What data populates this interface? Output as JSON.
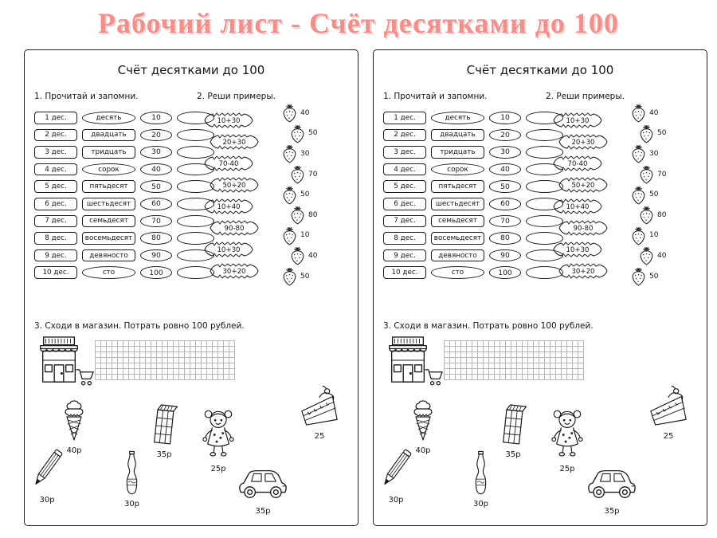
{
  "page": {
    "title": "Рабочий лист - Счёт десятками до 100",
    "title_color": "#ef908c",
    "ink_color": "#1b1b1b"
  },
  "worksheet": {
    "title": "Счёт десятками до 100",
    "section1": {
      "label": "1. Прочитай и запомни.",
      "rows": [
        {
          "tens": "1 дес.",
          "word": "десять",
          "number": "10",
          "word_shape": "oval"
        },
        {
          "tens": "2 дес.",
          "word": "двадцать",
          "number": "20",
          "word_shape": "rect"
        },
        {
          "tens": "3 дес.",
          "word": "тридцать",
          "number": "30",
          "word_shape": "rect"
        },
        {
          "tens": "4 дес.",
          "word": "сорок",
          "number": "40",
          "word_shape": "oval"
        },
        {
          "tens": "5 дес.",
          "word": "пятьдесят",
          "number": "50",
          "word_shape": "rect"
        },
        {
          "tens": "6 дес.",
          "word": "шестьдесят",
          "number": "60",
          "word_shape": "rect"
        },
        {
          "tens": "7 дес.",
          "word": "семьдесят",
          "number": "70",
          "word_shape": "rect"
        },
        {
          "tens": "8 дес.",
          "word": "восемьдесят",
          "number": "80",
          "word_shape": "rect"
        },
        {
          "tens": "9 дес.",
          "word": "девяносто",
          "number": "90",
          "word_shape": "rect"
        },
        {
          "tens": "10 дес.",
          "word": "сто",
          "number": "100",
          "word_shape": "oval"
        }
      ]
    },
    "section2": {
      "label": "2. Реши примеры.",
      "example_icon": "leaf-icon",
      "answer_icon": "strawberry-icon",
      "examples": [
        "10+30",
        "20+30",
        "70-40",
        "50+20",
        "10+40",
        "90-80",
        "10+30",
        "30+20"
      ],
      "answers": [
        "40",
        "50",
        "30",
        "70",
        "50",
        "80",
        "10",
        "40",
        "50"
      ]
    },
    "section3": {
      "label": "3. Сходи в магазин. Потрать ровно 100 рублей.",
      "store_icon": "shop-icon",
      "cart_icon": "cart-icon",
      "items": [
        {
          "icon": "ice-cream-icon",
          "price": "40р"
        },
        {
          "icon": "chocolate-icon",
          "price": "35р"
        },
        {
          "icon": "doll-icon",
          "price": "25р"
        },
        {
          "icon": "cake-icon",
          "price": "25"
        },
        {
          "icon": "pencil-icon",
          "price": "30р"
        },
        {
          "icon": "bottle-icon",
          "price": "30р"
        },
        {
          "icon": "car-icon",
          "price": "35р"
        }
      ]
    }
  }
}
